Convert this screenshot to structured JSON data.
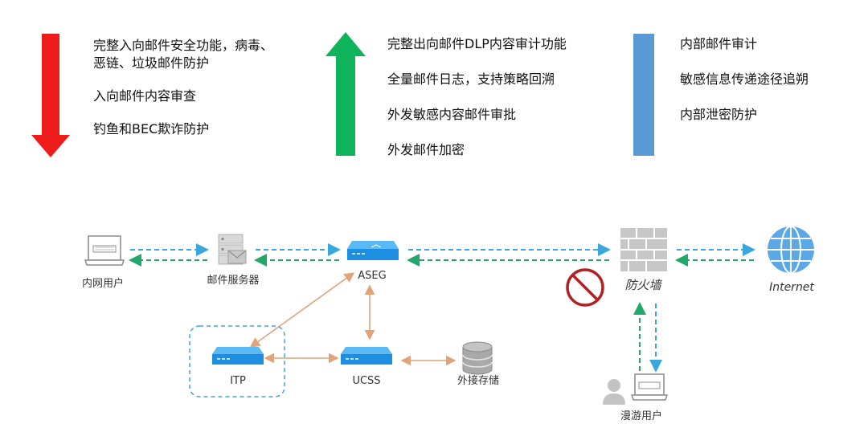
{
  "inbound": {
    "features": [
      "完整入向邮件安全功能，病毒、\n恶链、垃圾邮件防护",
      "入向邮件内容审查",
      "钓鱼和BEC欺诈防护"
    ],
    "arrow_color": "#ee1b1b"
  },
  "outbound": {
    "features": [
      "完整出向邮件DLP内容审计功能",
      "全量邮件日志，支持策略回溯",
      "外发敏感内容邮件审批",
      "外发邮件加密"
    ],
    "arrow_color": "#0fb35c"
  },
  "internal": {
    "features": [
      "内部邮件审计",
      "敏感信息传递途径追朔",
      "内部泄密防护"
    ],
    "bar_color": "#5b9bd5"
  },
  "nodes": {
    "intranet_user": "内网用户",
    "mail_server": "邮件服务器",
    "aseg": "ASEG",
    "firewall": "防火墙",
    "internet": "Internet",
    "itp": "ITP",
    "ucss": "UCSS",
    "storage": "外接存储",
    "roaming_user": "漫游用户"
  },
  "colors": {
    "flow_blue": "#3aa7dc",
    "flow_green": "#22a86b",
    "link_orange": "#e2a27a",
    "block_red": "#b22222",
    "device_blue": "#1e8fe0"
  }
}
